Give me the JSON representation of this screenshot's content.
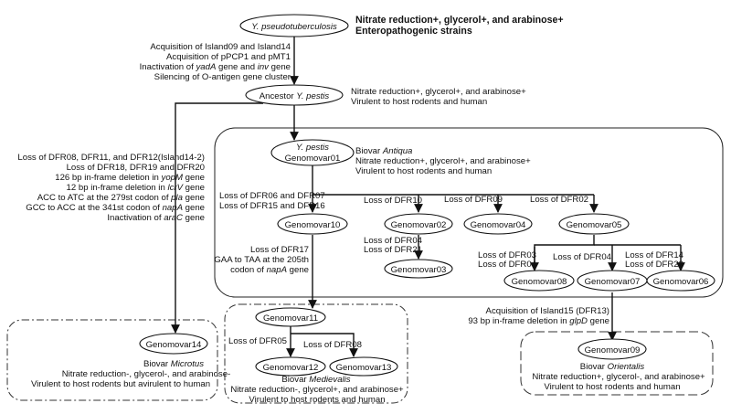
{
  "diagram": {
    "nodes": {
      "root_name": "Y. pseudotuberculosis",
      "ancestor_prefix": "Ancestor ",
      "ancestor_species": "Y. pestis",
      "pestis_name": "Y. pestis",
      "g01": "Genomovar01",
      "g02": "Genomovar02",
      "g03": "Genomovar03",
      "g04": "Genomovar04",
      "g05": "Genomovar05",
      "g06": "Genomovar06",
      "g07": "Genomovar07",
      "g08": "Genomovar08",
      "g09": "Genomovar09",
      "g10": "Genomovar10",
      "g11": "Genomovar11",
      "g12": "Genomovar12",
      "g13": "Genomovar13",
      "g14": "Genomovar14"
    },
    "root_traits": {
      "line1": "Nitrate reduction+, glycerol+, and arabinose+",
      "line2": "Enteropathogenic strains"
    },
    "root_to_ancestor_events": {
      "line1": "Acquisition of Island09 and Island14",
      "line2": "Acquisition of pPCP1 and pMT1",
      "line3_pre": "Inactivation of ",
      "line3_gene1": "yadA",
      "line3_mid": " gene and ",
      "line3_gene2": "inv",
      "line3_post": " gene",
      "line4": "Silencing of O-antigen gene cluster"
    },
    "ancestor_traits": {
      "line1": "Nitrate reduction+, glycerol+, and arabinose+",
      "line2": "Virulent to host rodents and human"
    },
    "antiqua": {
      "biovar_prefix": "Biovar ",
      "biovar_name": "Antiqua",
      "line2": "Nitrate reduction+, glycerol+, and arabinose+",
      "line3": "Virulent to host rodents and human"
    },
    "microtus_events": {
      "line1": "Loss of DFR08, DFR11, and DFR12(Island14-2)",
      "line2": "Loss of DFR18, DFR19 and DFR20",
      "line3_pre": "126 bp in-frame deletion in ",
      "line3_gene": "yopM",
      "line3_post": " gene",
      "line4_pre": "12 bp in-frame deletion in ",
      "line4_gene": "lcrV",
      "line4_post": " gene",
      "line5_pre": "ACC to ATC at the 279st codon of ",
      "line5_gene": "pla",
      "line5_post": " gene",
      "line6_pre": "GCC to ACC at the 341st codon of ",
      "line6_gene": "napA",
      "line6_post": " gene",
      "line7_pre": "Inactivation of ",
      "line7_gene": "araC",
      "line7_post": " gene"
    },
    "branch_events": {
      "g10_line1": "Loss of DFR06 and DFR07",
      "g10_line2": "Loss of DFR15 and DFR16",
      "g02": "Loss of DFR10",
      "g04": "Loss of DFR09",
      "g05": "Loss of DFR02",
      "g03_line1": "Loss of DFR04",
      "g03_line2": "Loss of DFR21",
      "g11_line1": "Loss of DFR17",
      "g11_line2": "GAA to TAA at the 205th",
      "g11_line3_pre": "codon of ",
      "g11_line3_gene": "napA",
      "g11_line3_post": " gene",
      "g08_line1": "Loss of DFR03",
      "g08_line2": "Loss of DFR04",
      "g07": "Loss of DFR04",
      "g06_line1": "Loss of DFR14",
      "g06_line2": "Loss of DFR22",
      "g12": "Loss of DFR05",
      "g13": "Loss of DFR08",
      "g09_line1": "Acquisition of Island15 (DFR13)",
      "g09_line2_pre": "93 bp in-frame deletion in ",
      "g09_line2_gene": "glpD",
      "g09_line2_post": " gene"
    },
    "microtus": {
      "biovar_prefix": "Biovar ",
      "biovar_name": "Microtus",
      "line2": "Nitrate reduction-, glycerol-, and arabinose-",
      "line3": "Virulent to host rodents but avirulent to human"
    },
    "medievalis": {
      "biovar_prefix": "Biovar ",
      "biovar_name": "Medievalis",
      "line2": "Nitrate reduction-, glycerol+, and arabinose+",
      "line3": "Virulent to host rodents and human"
    },
    "orientalis": {
      "biovar_prefix": "Biovar ",
      "biovar_name": "Orientalis",
      "line2": "Nitrate reduction+, glycerol-, and arabinose+",
      "line3": "Virulent to host rodents and human"
    }
  }
}
